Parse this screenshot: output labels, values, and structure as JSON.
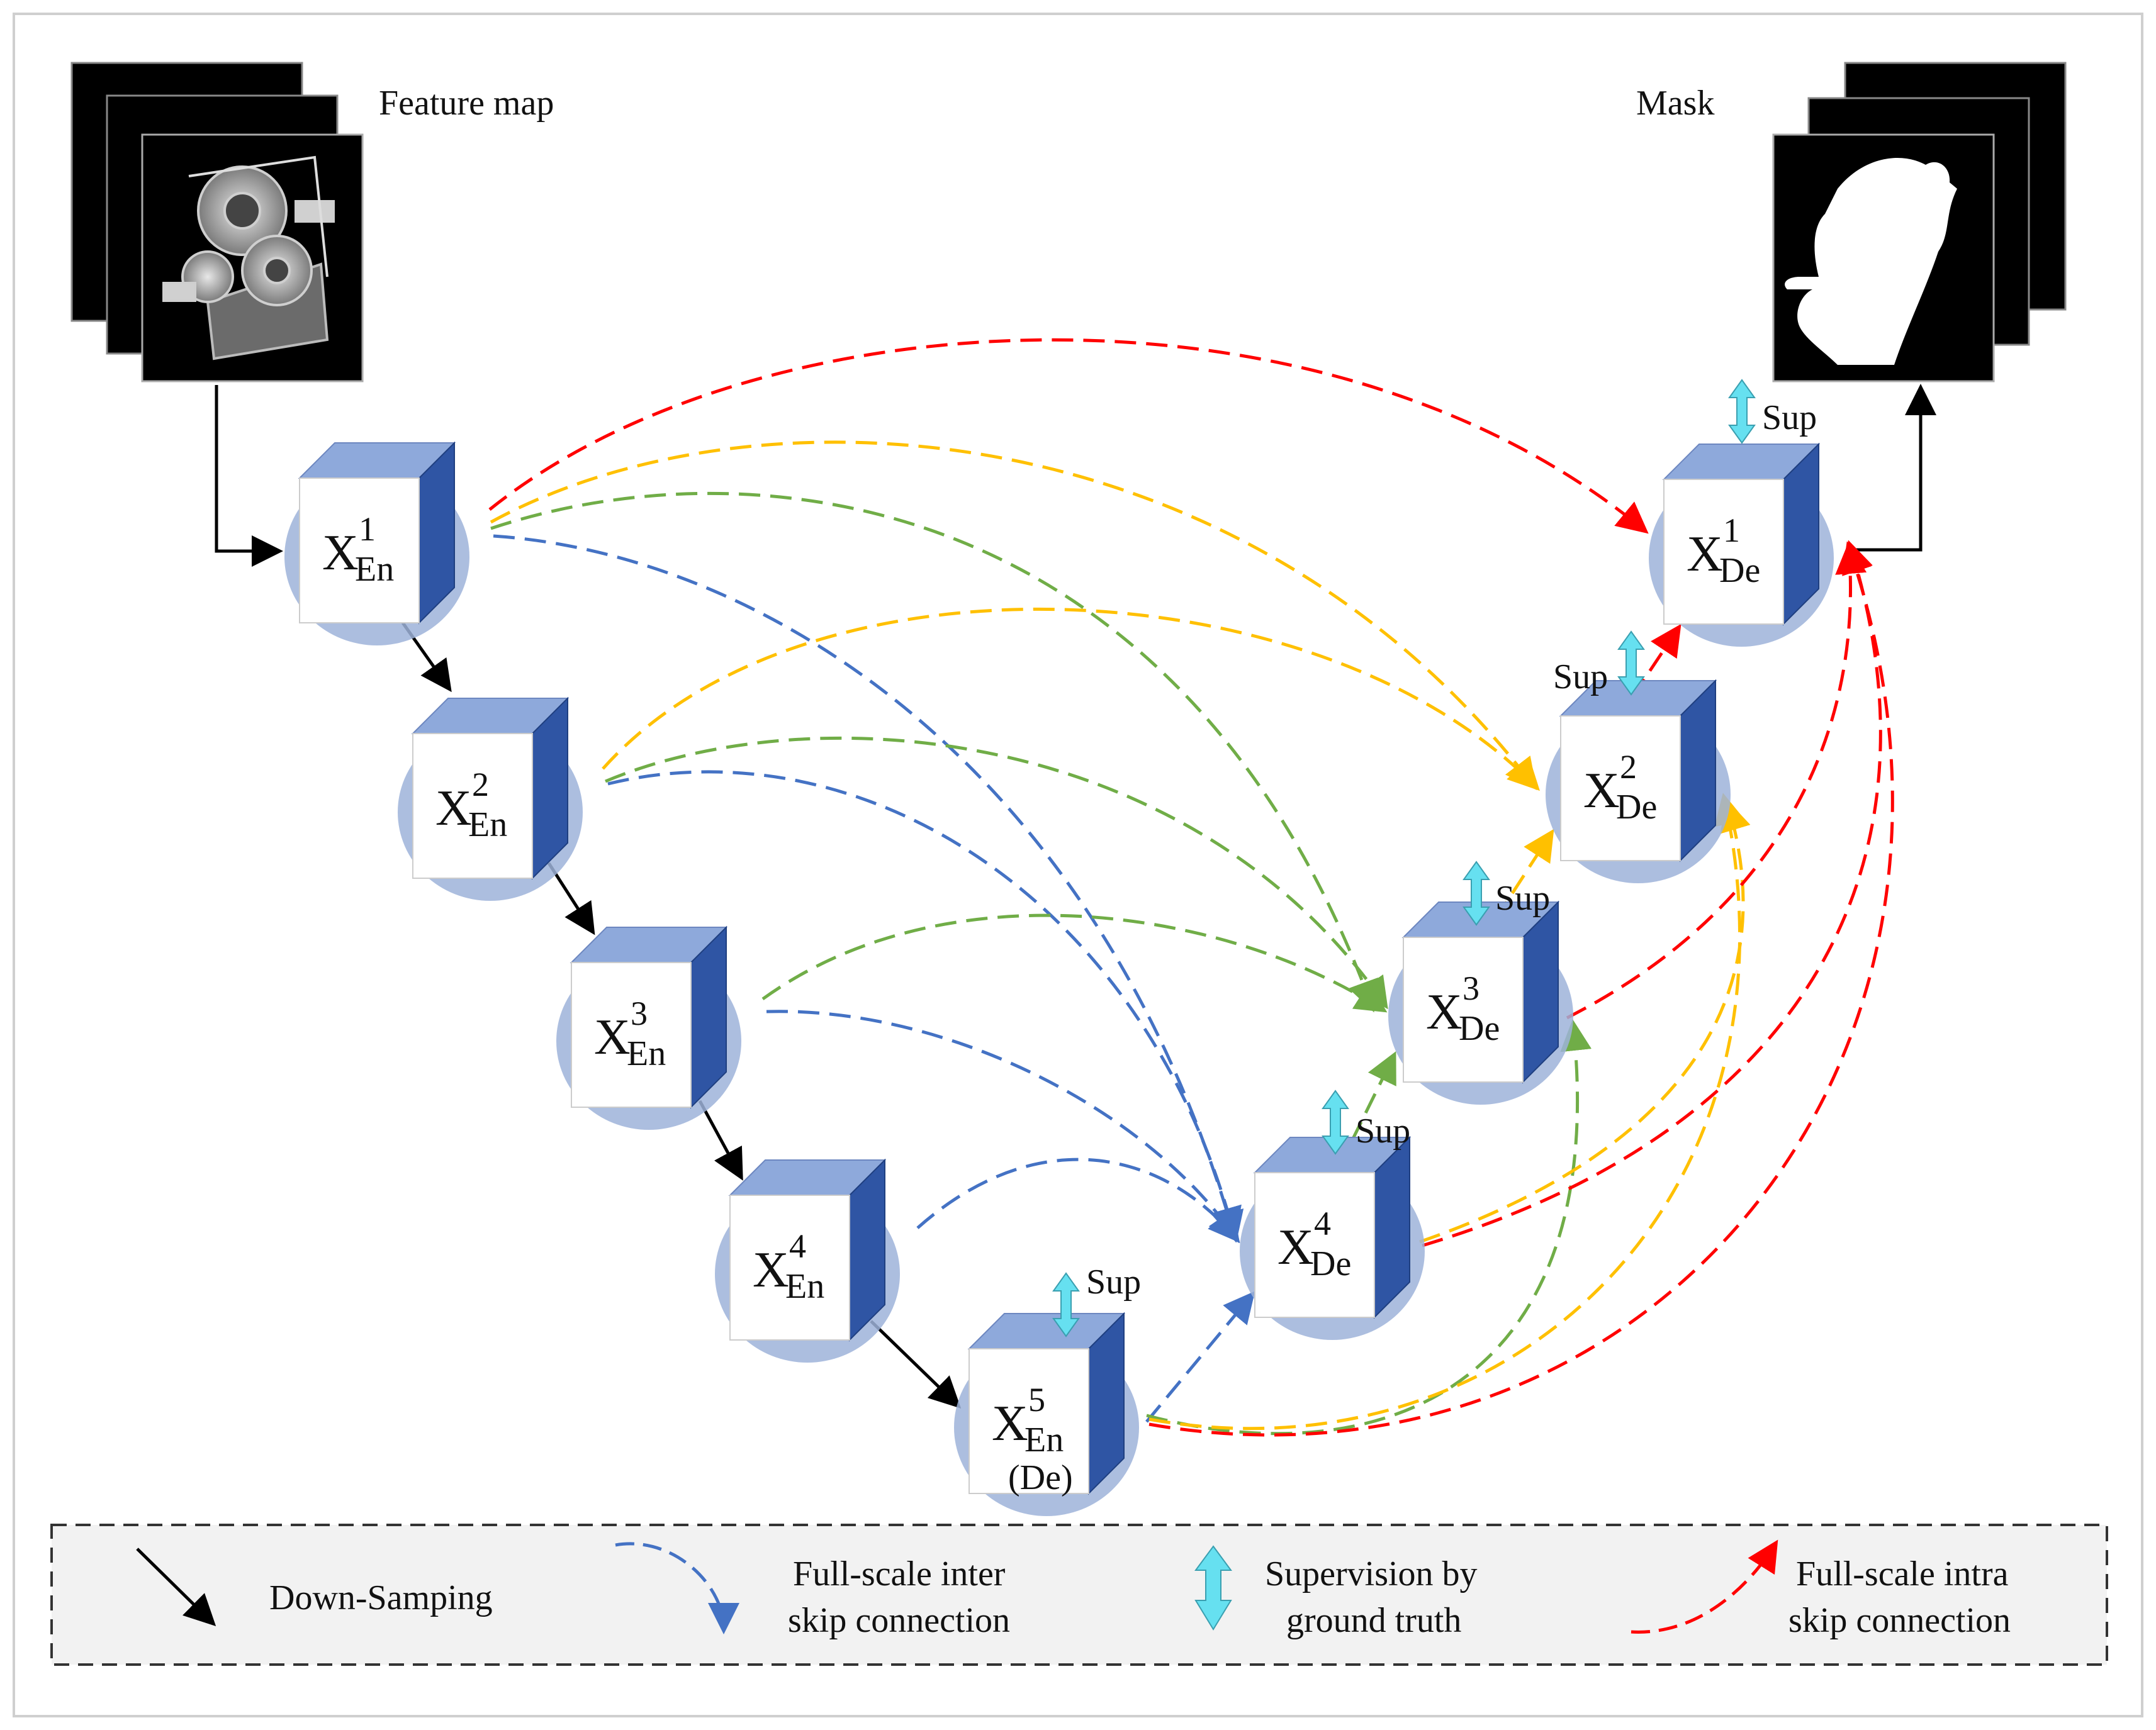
{
  "labels": {
    "feature_map": "Feature map",
    "mask": "Mask"
  },
  "blocks": {
    "en1": {
      "base": "X",
      "sub": "En",
      "sup": "1"
    },
    "en2": {
      "base": "X",
      "sub": "En",
      "sup": "2"
    },
    "en3": {
      "base": "X",
      "sub": "En",
      "sup": "3"
    },
    "en4": {
      "base": "X",
      "sub": "En",
      "sup": "4"
    },
    "en5": {
      "base": "X",
      "sub": "En",
      "sup": "5",
      "extra": "(De)"
    },
    "de4": {
      "base": "X",
      "sub": "De",
      "sup": "4"
    },
    "de3": {
      "base": "X",
      "sub": "De",
      "sup": "3"
    },
    "de2": {
      "base": "X",
      "sub": "De",
      "sup": "2"
    },
    "de1": {
      "base": "X",
      "sub": "De",
      "sup": "1"
    }
  },
  "sup_label": "Sup",
  "legend": {
    "down_sampling": "Down-Samping",
    "inter_line1": "Full-scale inter",
    "inter_line2": "skip connection",
    "supervision_line1": "Supervision by",
    "supervision_line2": "ground truth",
    "intra_line1": "Full-scale intra",
    "intra_line2": "skip connection"
  },
  "colors": {
    "block_face": "#ffffff",
    "block_top": "#8ea9db",
    "block_side": "#2f55a4",
    "block_halo": "#9db3d9",
    "inter_blue": "#4472c4",
    "green": "#70ad47",
    "yellow": "#ffc000",
    "intra_red": "#ff0000",
    "sup_arrow": "#66e0f0",
    "legend_bg": "#f2f2f2"
  }
}
